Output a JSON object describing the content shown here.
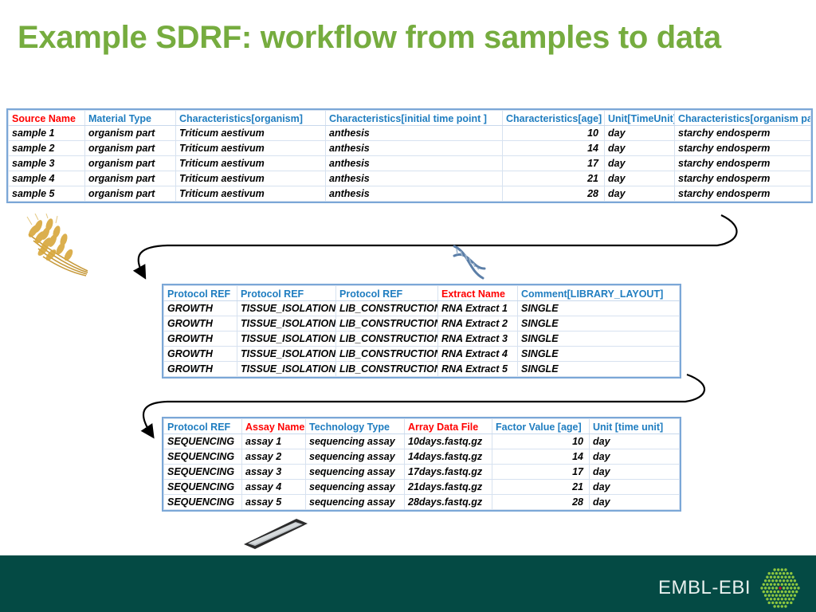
{
  "slide": {
    "title": "Example SDRF: workflow from samples to data",
    "title_color": "#76AC3F",
    "footer_color": "#044A44",
    "header_blue": "#1F7DC0",
    "header_red": "#FF0000",
    "border_blue": "#7BA7D7"
  },
  "tables": [
    {
      "id": "sample-table",
      "name": "sdrf-sample-table",
      "headers": [
        {
          "label": "Source Name",
          "color": "red"
        },
        {
          "label": "Material Type",
          "color": "blue"
        },
        {
          "label": "Characteristics[organism]",
          "color": "blue"
        },
        {
          "label": "Characteristics[initial time point ]",
          "color": "blue"
        },
        {
          "label": "Characteristics[age]",
          "color": "blue"
        },
        {
          "label": "Unit[TimeUnit]",
          "color": "blue"
        },
        {
          "label": "Characteristics[organism part]",
          "color": "blue"
        }
      ],
      "rows": [
        [
          "sample 1",
          "organism part",
          "Triticum aestivum",
          "anthesis",
          "10",
          "day",
          "starchy endosperm"
        ],
        [
          "sample 2",
          "organism part",
          "Triticum aestivum",
          "anthesis",
          "14",
          "day",
          "starchy endosperm"
        ],
        [
          "sample 3",
          "organism part",
          "Triticum aestivum",
          "anthesis",
          "17",
          "day",
          "starchy endosperm"
        ],
        [
          "sample 4",
          "organism part",
          "Triticum aestivum",
          "anthesis",
          "21",
          "day",
          "starchy endosperm"
        ],
        [
          "sample 5",
          "organism part",
          "Triticum aestivum",
          "anthesis",
          "28",
          "day",
          "starchy endosperm"
        ]
      ]
    },
    {
      "id": "extract-table",
      "name": "sdrf-extract-table",
      "headers": [
        {
          "label": "Protocol REF",
          "color": "blue"
        },
        {
          "label": "Protocol REF",
          "color": "blue"
        },
        {
          "label": "Protocol REF",
          "color": "blue"
        },
        {
          "label": "Extract Name",
          "color": "red"
        },
        {
          "label": "Comment[LIBRARY_LAYOUT]",
          "color": "blue"
        }
      ],
      "rows": [
        [
          "GROWTH",
          "TISSUE_ISOLATION",
          "LIB_CONSTRUCTION",
          "RNA Extract 1",
          "SINGLE"
        ],
        [
          "GROWTH",
          "TISSUE_ISOLATION",
          "LIB_CONSTRUCTION",
          "RNA Extract 2",
          "SINGLE"
        ],
        [
          "GROWTH",
          "TISSUE_ISOLATION",
          "LIB_CONSTRUCTION",
          "RNA Extract 3",
          "SINGLE"
        ],
        [
          "GROWTH",
          "TISSUE_ISOLATION",
          "LIB_CONSTRUCTION",
          "RNA Extract 4",
          "SINGLE"
        ],
        [
          "GROWTH",
          "TISSUE_ISOLATION",
          "LIB_CONSTRUCTION",
          "RNA Extract 5",
          "SINGLE"
        ]
      ]
    },
    {
      "id": "assay-table",
      "name": "sdrf-assay-table",
      "headers": [
        {
          "label": "Protocol REF",
          "color": "blue"
        },
        {
          "label": "Assay Name",
          "color": "red"
        },
        {
          "label": "Technology Type",
          "color": "blue"
        },
        {
          "label": "Array Data File",
          "color": "red"
        },
        {
          "label": "Factor Value  [age]",
          "color": "blue"
        },
        {
          "label": "Unit [time unit]",
          "color": "blue"
        }
      ],
      "rows": [
        [
          "SEQUENCING",
          "assay 1",
          "sequencing assay",
          "10days.fastq.gz",
          "10",
          "day"
        ],
        [
          "SEQUENCING",
          "assay 2",
          "sequencing assay",
          "14days.fastq.gz",
          "14",
          "day"
        ],
        [
          "SEQUENCING",
          "assay 3",
          "sequencing assay",
          "17days.fastq.gz",
          "17",
          "day"
        ],
        [
          "SEQUENCING",
          "assay 4",
          "sequencing assay",
          "21days.fastq.gz",
          "21",
          "day"
        ],
        [
          "SEQUENCING",
          "assay 5",
          "sequencing assay",
          "28days.fastq.gz",
          "28",
          "day"
        ]
      ]
    }
  ],
  "images": [
    {
      "name": "wheat-image",
      "alt": "wheat ears"
    },
    {
      "name": "dna-helix-image",
      "alt": "DNA double helix"
    },
    {
      "name": "sequencing-slide-image",
      "alt": "sequencing flow cell slide"
    }
  ],
  "arrows": [
    {
      "name": "arrow-samples-to-extracts"
    },
    {
      "name": "arrow-extracts-to-assays"
    }
  ],
  "footer": {
    "logo_text": "EMBL-EBI",
    "logo_dot_color": "#8DC63F",
    "logo_accent_color": "#C8102E"
  }
}
